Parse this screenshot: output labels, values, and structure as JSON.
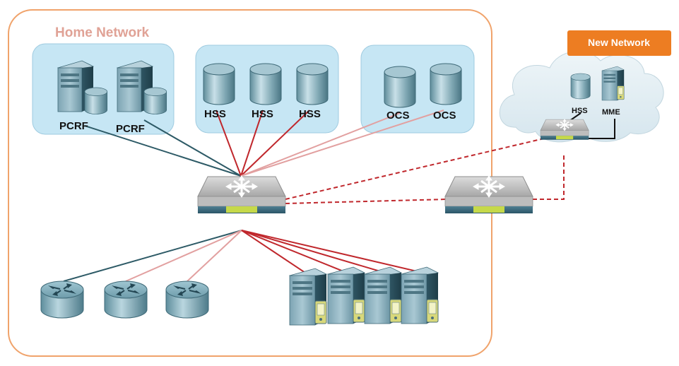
{
  "home_network": {
    "title": "Home Network"
  },
  "new_network": {
    "title": "New Network",
    "hss_label": "HSS",
    "mme_label": "MME"
  },
  "groups": {
    "pcrf": {
      "labels": [
        "PCRF",
        "PCRF"
      ]
    },
    "hss": {
      "labels": [
        "HSS",
        "HSS",
        "HSS"
      ]
    },
    "ocs": {
      "labels": [
        "OCS",
        "OCS"
      ]
    }
  },
  "colors": {
    "home_border": "#f0a36b",
    "group_fill": "#c6e6f4",
    "tag_fill": "#ed7d22",
    "link_dark": "#2d5a66",
    "link_red": "#c0282d",
    "link_pink": "#e2a0a0",
    "link_dashed": "#c0282d",
    "link_black": "#111111"
  },
  "icons": [
    "server-icon",
    "database-icon",
    "switch-icon",
    "router-icon",
    "cloud-icon"
  ]
}
